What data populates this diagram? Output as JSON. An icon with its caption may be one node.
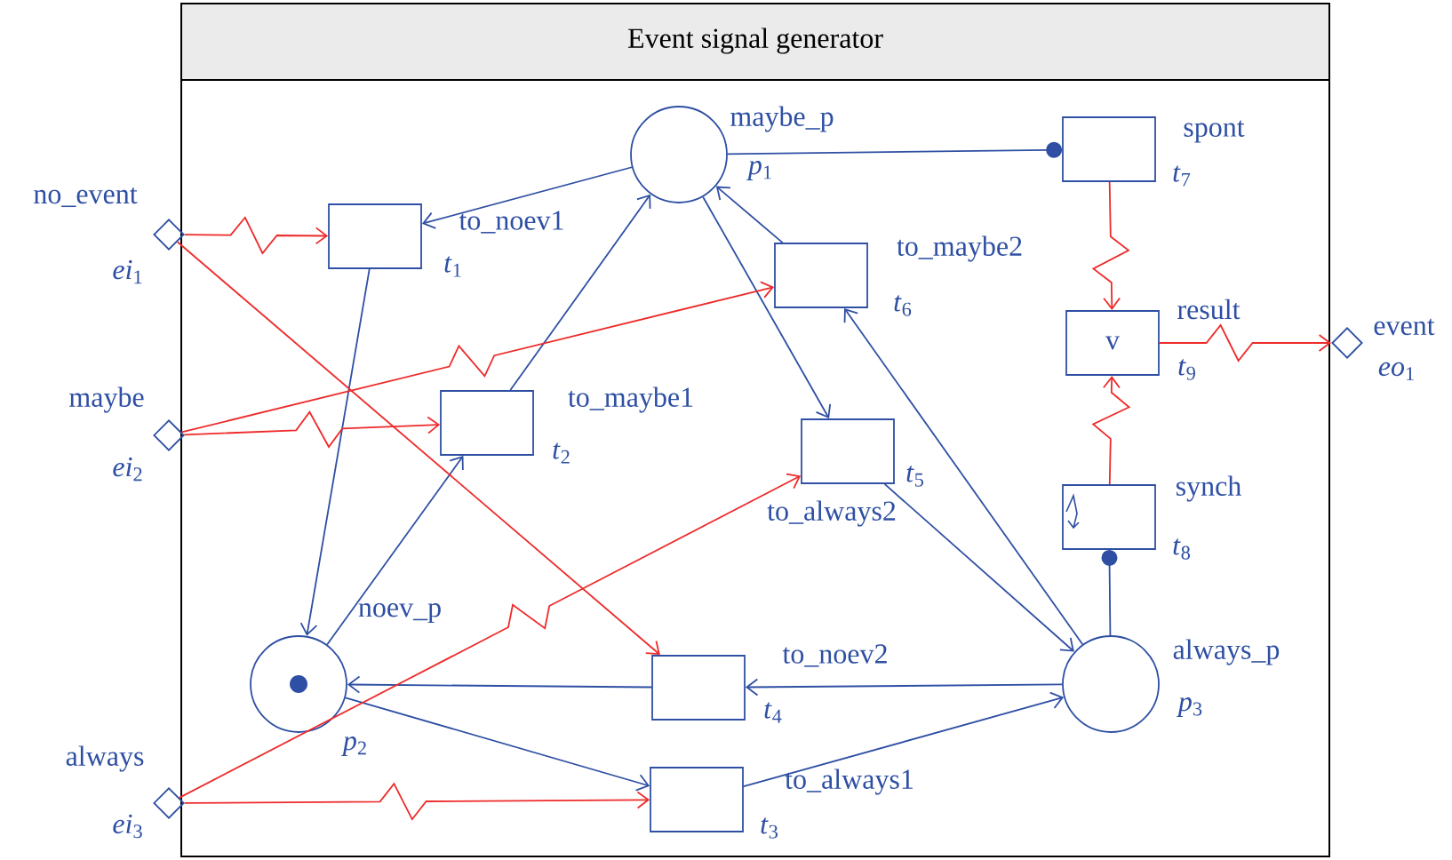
{
  "diagram": {
    "nodes": [
      {
        "text": [
          "Event signal generator"
        ]
      },
      {
        "text": [],
        "shape": "circle",
        "in": 0,
        "beside": [
          "maybe_p",
          "*p*$_{1}$"
        ]
      },
      {
        "text": [],
        "shape": "circle",
        "in": 0,
        "beside": [
          "noev_p",
          "*p*$_{2}$"
        ]
      },
      {
        "text": [],
        "shape": "circle",
        "in": 0,
        "beside": [
          "always_p",
          "*p*$_{3}$"
        ]
      },
      {
        "text": [],
        "shape": "box",
        "in": 0,
        "beside": [
          "to_noev1",
          "*t*$_{1}$"
        ]
      },
      {
        "text": [],
        "shape": "box",
        "in": 0,
        "beside": [
          "to_maybe1",
          "*t*$_{2}$"
        ]
      },
      {
        "text": [],
        "shape": "box",
        "in": 0,
        "beside": [
          "to_always1",
          "*t*$_{3}$"
        ]
      },
      {
        "text": [],
        "shape": "box",
        "in": 0,
        "beside": [
          "to_noev2",
          "*t*$_{4}$"
        ]
      },
      {
        "text": [],
        "shape": "box",
        "in": 0,
        "beside": [
          "to_always2",
          "*t*$_{5}$"
        ]
      },
      {
        "text": [],
        "shape": "box",
        "in": 0,
        "beside": [
          "to_maybe2",
          "*t*$_{6}$"
        ]
      },
      {
        "text": [],
        "shape": "box",
        "in": 0,
        "beside": [
          "spont",
          "*t*$_{7}$"
        ]
      },
      {
        "text": [],
        "shape": "box",
        "in": 0,
        "beside": [
          "synch",
          "*t*$_{8}$"
        ]
      },
      {
        "text": [
          "v"
        ],
        "in": 0,
        "beside": [
          "result",
          "*t*$_{9}$"
        ]
      },
      {
        "text": [],
        "shape": "diamond",
        "beside": [
          "no_event",
          "*ei*$_{1}$"
        ]
      },
      {
        "text": [],
        "shape": "diamond",
        "beside": [
          "maybe",
          "*ei*$_{2}$"
        ]
      },
      {
        "text": [],
        "shape": "diamond",
        "beside": [
          "always",
          "*ei*$_{3}$"
        ]
      },
      {
        "text": [],
        "shape": "diamond",
        "beside": [
          "event",
          "*eo*$_{1}$"
        ]
      }
    ],
    "edges": [
      {
        "from": 1,
        "to": 4,
        "arrow": "to"
      },
      {
        "from": 4,
        "to": 2,
        "arrow": "to"
      },
      {
        "from": 2,
        "to": 5,
        "arrow": "to"
      },
      {
        "from": 5,
        "to": 1,
        "arrow": "to"
      },
      {
        "from": 1,
        "to": 8,
        "arrow": "to"
      },
      {
        "from": 9,
        "to": 1,
        "arrow": "to"
      },
      {
        "from": 3,
        "to": 9,
        "arrow": "to"
      },
      {
        "from": 8,
        "to": 3,
        "arrow": "to"
      },
      {
        "from": 3,
        "to": 7,
        "arrow": "to"
      },
      {
        "from": 7,
        "to": 2,
        "arrow": "to"
      },
      {
        "from": 2,
        "to": 6,
        "arrow": "to"
      },
      {
        "from": 6,
        "to": 3,
        "arrow": "to"
      },
      {
        "from": 1,
        "to": 10,
        "arrow": "other"
      },
      {
        "from": 3,
        "to": 11,
        "arrow": "other"
      },
      {
        "from": 13,
        "to": 4,
        "arrow": "to",
        "color": "#ee2a2a"
      },
      {
        "from": 13,
        "to": 7,
        "arrow": "to",
        "color": "#ee2a2a"
      },
      {
        "from": 14,
        "to": 9,
        "arrow": "to",
        "color": "#ee2a2a"
      },
      {
        "from": 14,
        "to": 5,
        "arrow": "to",
        "color": "#ee2a2a"
      },
      {
        "from": 15,
        "to": 8,
        "arrow": "to",
        "color": "#ee2a2a"
      },
      {
        "from": 15,
        "to": 6,
        "arrow": "to",
        "color": "#ee2a2a"
      },
      {
        "from": 10,
        "to": 12,
        "arrow": "to",
        "color": "#ee2a2a"
      },
      {
        "from": 11,
        "to": 12,
        "arrow": "to",
        "color": "#ee2a2a"
      },
      {
        "from": 12,
        "to": 16,
        "arrow": "to",
        "color": "#ee2a2a"
      }
    ]
  }
}
